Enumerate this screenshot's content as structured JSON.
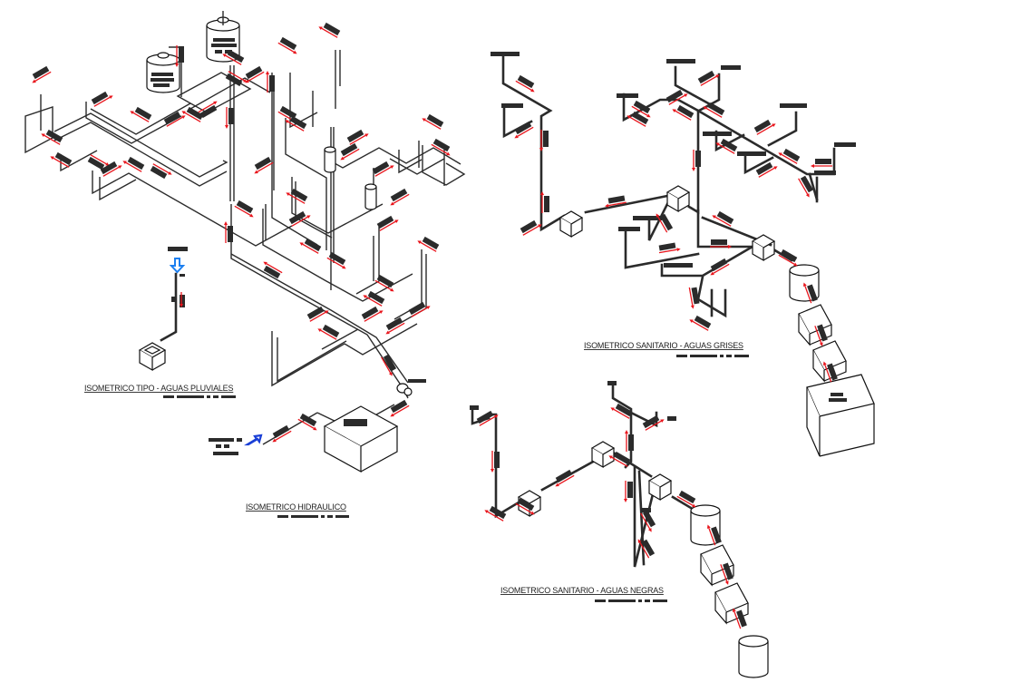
{
  "drawing": {
    "type": "isometric plumbing drawing",
    "colors": {
      "pipe": "#2b2b2b",
      "flow_arrow": "#e8141b",
      "inlet_arrow_rain": "#1c7ff0",
      "inlet_arrow_supply": "#1a3fd6",
      "background": "#ffffff"
    },
    "sections": [
      {
        "id": "pluviales",
        "title": "ISOMETRICO TIPO - AGUAS PLUVIALES",
        "scale_label": "redacted"
      },
      {
        "id": "hidraulico",
        "title": "ISOMETRICO HIDRAULICO",
        "scale_label": "redacted"
      },
      {
        "id": "grises",
        "title": "ISOMETRICO SANITARIO -  AGUAS GRISES",
        "scale_label": "redacted"
      },
      {
        "id": "negras",
        "title": "ISOMETRICO SANITARIO -  AGUAS NEGRAS",
        "scale_label": "redacted"
      }
    ],
    "symbols": {
      "tank": "cylinder-tank",
      "registry_box": "registro-box",
      "cistern": "cisterna-box",
      "inlet": "inlet-arrow"
    }
  }
}
